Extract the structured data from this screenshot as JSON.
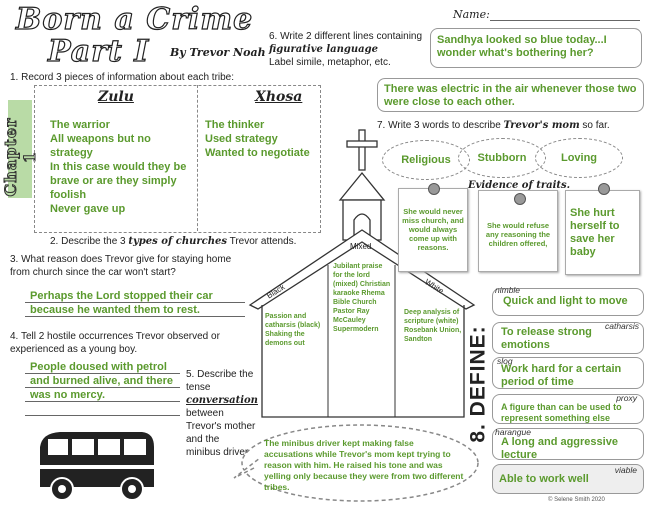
{
  "header": {
    "title_line1": "Born a Crime",
    "title_line2": "Part I",
    "author": "By Trevor Noah",
    "name_label": "Name:",
    "chapter": "Chapter 1"
  },
  "q1": {
    "prompt": "1. Record 3 pieces of information about each tribe:",
    "zulu": {
      "heading": "Zulu",
      "lines": [
        "The warrior",
        "All weapons but no strategy",
        "In this case would they be brave or are they simply foolish",
        "Never gave up"
      ]
    },
    "xhosa": {
      "heading": "Xhosa",
      "lines": [
        "The thinker",
        "Used strategy",
        "Wanted to negotiate"
      ]
    }
  },
  "q2": {
    "prompt_pre": "2. Describe the 3 ",
    "prompt_em": "types of churches",
    "prompt_post": " Trevor attends.",
    "church_labels": {
      "black": "Black",
      "mixed": "Mixed",
      "white": "White"
    },
    "black": "Passion and catharsis (black) Shaking the demons out",
    "mixed": "Jubilant praise for the lord (mixed) Christian karaoke Rhema Bible Church Pastor Ray McCauley Supermodern",
    "white": "Deep analysis of scripture (white) Rosebank Union, Sandton"
  },
  "q3": {
    "prompt": "3. What reason does Trevor give for staying home from church since the car won't start?",
    "answer": "Perhaps the Lord stopped their car because he wanted them to rest."
  },
  "q4": {
    "prompt": "4. Tell 2 hostile occurrences Trevor observed or experienced as a young boy.",
    "answer": "People doused with petrol and burned alive, and there was no mercy."
  },
  "q5": {
    "prompt_pre": "5. Describe the tense",
    "prompt_em": "conversation",
    "prompt_post": "between Trevor's mother and the minibus driver.",
    "answer": "The minibus driver kept making false accusations while Trevor's mom kept trying to reason with him. He raised his tone and was yelling only because they were from two different tribes."
  },
  "q6": {
    "prompt_pre": "6. Write 2 different lines containing ",
    "prompt_em": "figurative language",
    "prompt_post": "Label simile, metaphor, etc.",
    "answer1": "Sandhya looked so blue today...I wonder what's bothering her?",
    "answer2": "There was electric in the air whenever those two were close to each other."
  },
  "q7": {
    "prompt_pre": "7. Write 3 words to describe ",
    "prompt_em": "Trevor's mom",
    "prompt_post": " so far.",
    "words": [
      "Religious",
      "Stubborn",
      "Loving"
    ],
    "evidence_label": "Evidence of traits.",
    "evidence": [
      "She would never miss church, and would always come up with reasons.",
      "She would refuse any reasoning the children offered,",
      "She hurt herself to save her baby"
    ]
  },
  "q8": {
    "label": "8. DEFINE:",
    "terms": [
      {
        "word": "nimble",
        "definition": "Quick and light to move"
      },
      {
        "word": "catharsis",
        "definition": "To release strong emotions"
      },
      {
        "word": "slog",
        "definition": "Work hard for a certain period of time"
      },
      {
        "word": "proxy",
        "definition": "A figure than can be used to represent something else"
      },
      {
        "word": "harangue",
        "definition": "A long and aggressive lecture"
      },
      {
        "word": "viable",
        "definition": "Able to work well"
      }
    ]
  },
  "footer": {
    "credit": "© Selene Smith 2020"
  }
}
